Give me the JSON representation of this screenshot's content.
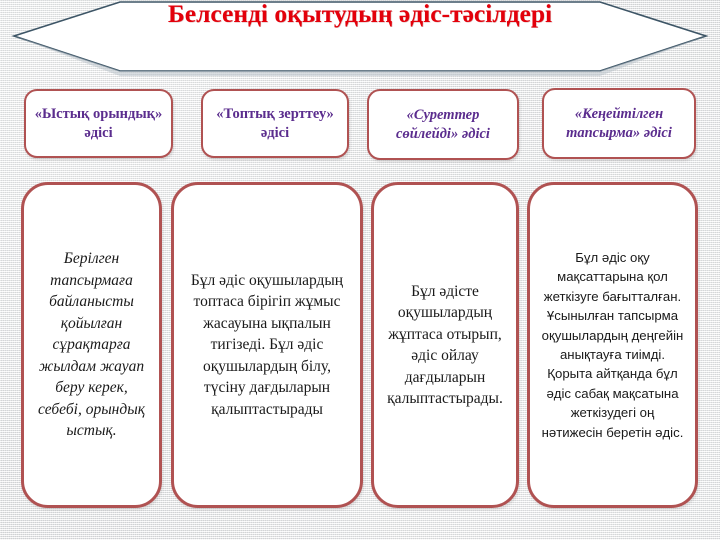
{
  "slide": {
    "title": "Белсенді оқытудың әдіс-тәсілдері",
    "title_color": "#e3000b",
    "banner_fill": "#ffffff",
    "banner_outline": "#3d5566",
    "box_border_color": "#b05252",
    "header_text_color": "#5b2d8e",
    "body_text_color": "#1a1a1a",
    "background_color": "#e9eaea"
  },
  "columns": [
    {
      "header": "«Ыстық орындық» әдісі",
      "body": "Берілген тапсырмаға байланысты қойылған сұрақтарға жылдам жауап беру керек, себебі, орындық ыстық."
    },
    {
      "header": "«Топтық зерттеу» әдісі",
      "body": "Бұл әдіс оқушылардың топтаса бірігіп жұмыс жасауына ықпалын тигізеді. Бұл әдіс оқушылардың білу, түсіну дағдыларын қалыптастырады"
    },
    {
      "header": "«Суреттер сөйлейді» әдісі",
      "body": "Бұл әдісте оқушылардың жұптаса отырып, әдіс ойлау дағдыларын қалыптастырады."
    },
    {
      "header": "«Кеңейтілген тапсырма» әдісі",
      "body": "Бұл әдіс оқу мақсаттарына қол жеткізуге бағытталған. Ұсынылған тапсырма оқушылардың деңгейін анықтауға тиімді. Қорыта айтқанда бұл әдіс сабақ мақсатына жеткізудегі оң нәтижесін беретін әдіс."
    }
  ]
}
